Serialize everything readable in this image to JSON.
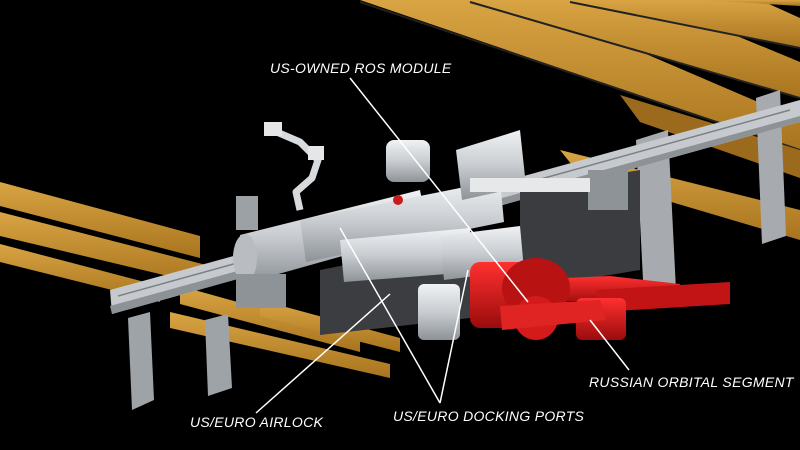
{
  "diagram": {
    "background_color": "#000000",
    "colors": {
      "solar_array": "#c08a2a",
      "solar_array_dark": "#8a6018",
      "truss": "#cfd3d6",
      "module": "#d6d9dc",
      "russian_segment": "#d01818",
      "leader_line": "#ffffff"
    },
    "labels": {
      "us_owned_ros_module": "US-OWNED ROS MODULE",
      "russian_orbital_segment": "RUSSIAN ORBITAL SEGMENT",
      "us_euro_airlock": "US/EURO AIRLOCK",
      "us_euro_docking_ports": "US/EURO DOCKING PORTS"
    }
  }
}
